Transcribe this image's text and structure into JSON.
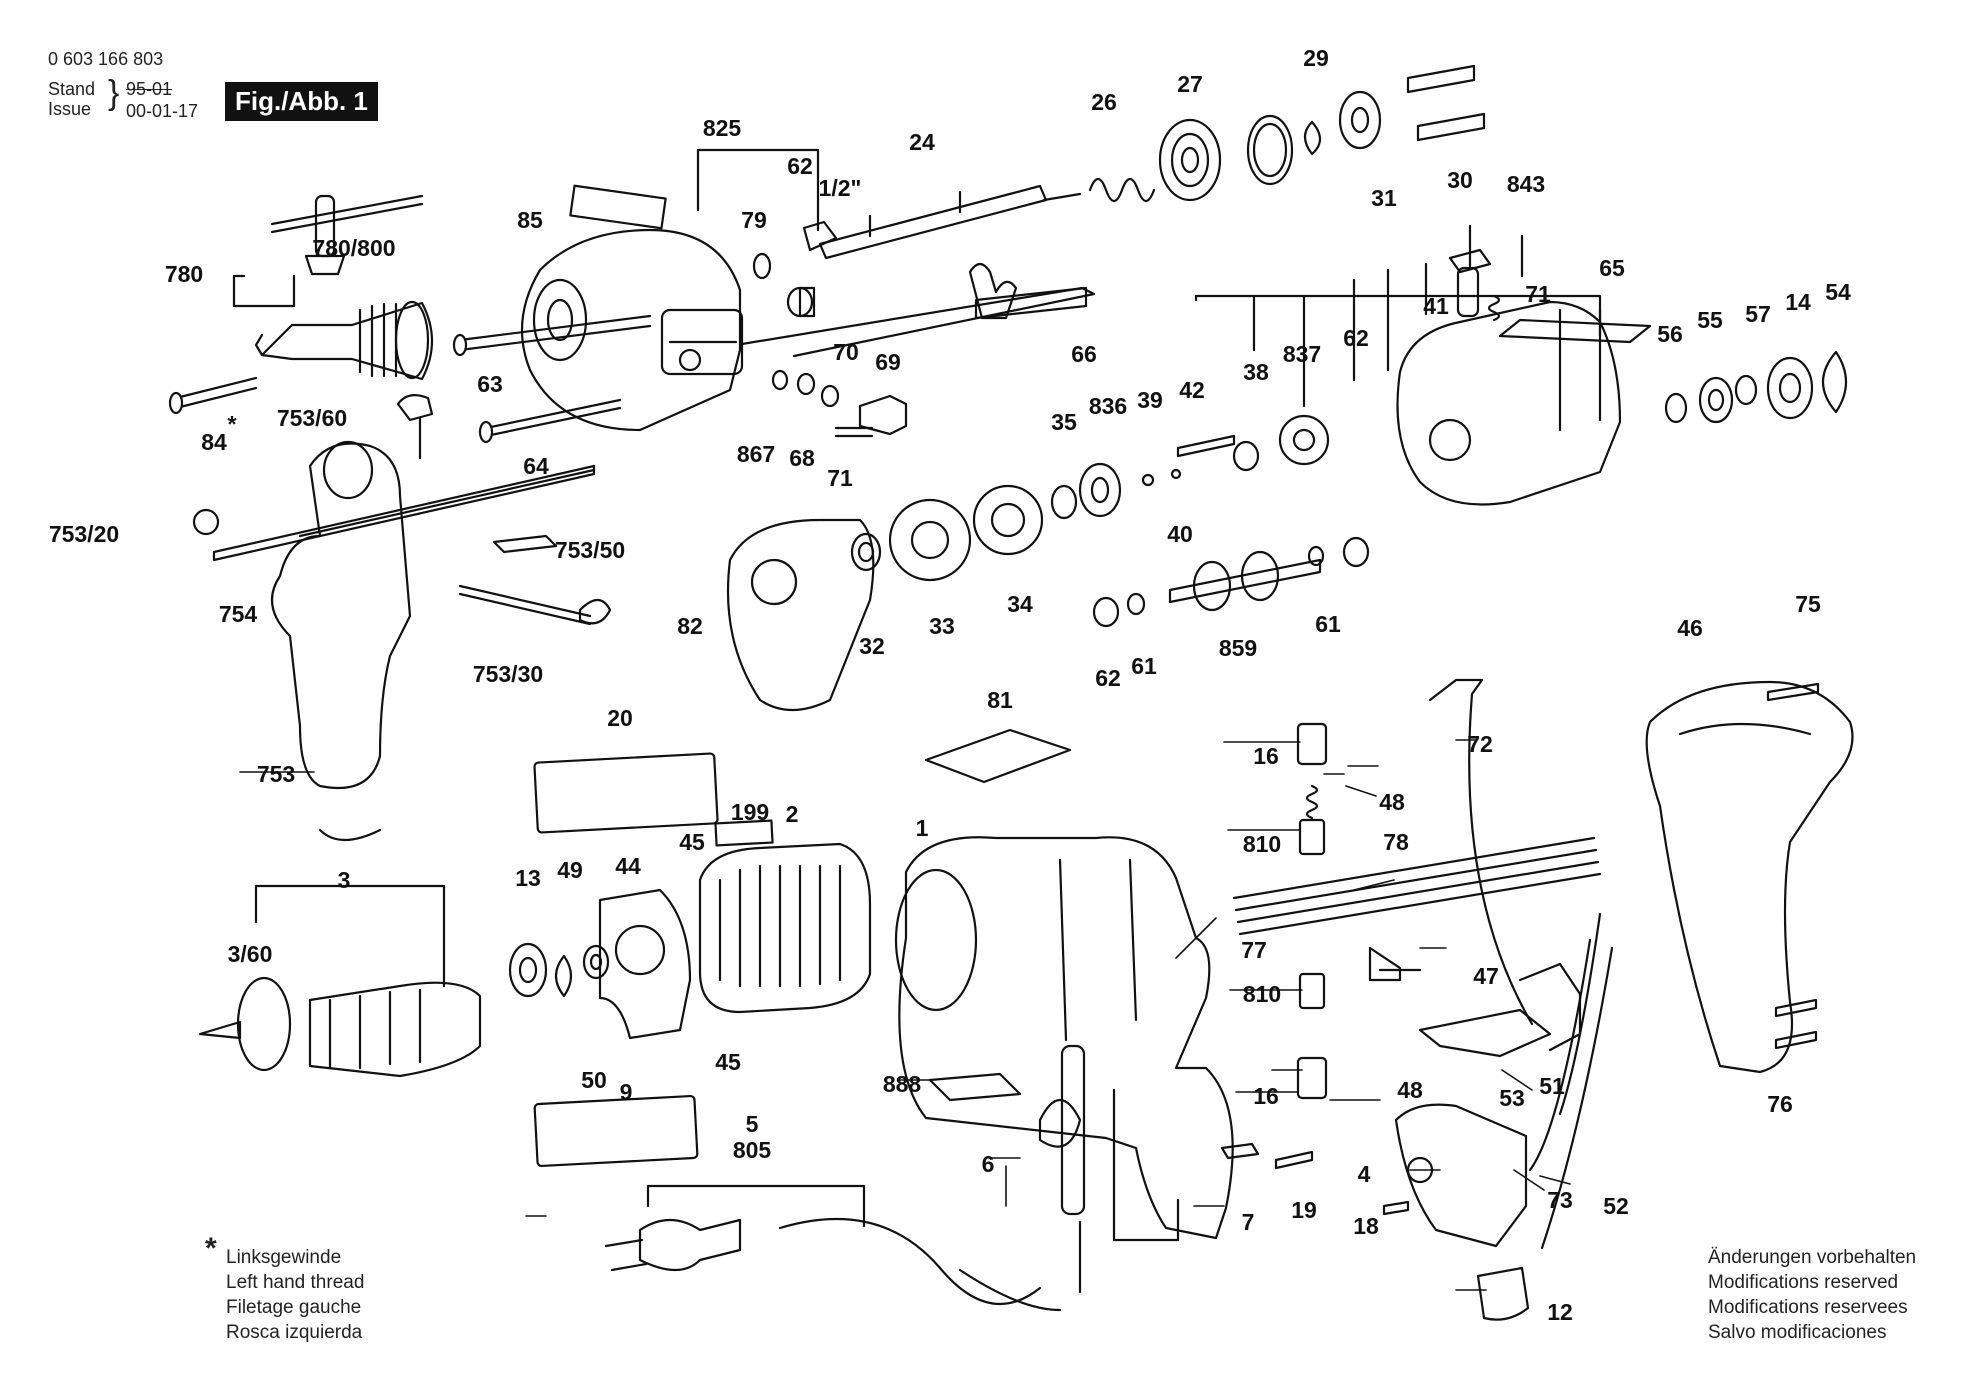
{
  "header": {
    "part_number": "0 603 166 803",
    "stand_label": "Stand",
    "issue_label": "Issue",
    "date_old": "95-01",
    "date_new": "00-01-17",
    "figure_label": "Fig./Abb. 1"
  },
  "footnote": {
    "star": "*",
    "lines": [
      "Linksgewinde",
      "Left hand thread",
      "Filetage gauche",
      "Rosca izquierda"
    ]
  },
  "modifications": {
    "lines": [
      "Änderungen vorbehalten",
      "Modifications reserved",
      "Modifications reservees",
      "Salvo modificaciones"
    ]
  },
  "callouts": [
    "825",
    "62",
    "24",
    "26",
    "27",
    "29",
    "1/2\"",
    "85",
    "79",
    "31",
    "30",
    "843",
    "780/800",
    "780",
    "65",
    "41",
    "71",
    "54",
    "14",
    "57",
    "55",
    "56",
    "62",
    "837",
    "38",
    "42",
    "836",
    "39",
    "35",
    "40",
    "63",
    "66",
    "70",
    "69",
    "867",
    "68",
    "71",
    "753/60",
    "84",
    "*",
    "64",
    "753/20",
    "753/50",
    "754",
    "82",
    "32",
    "33",
    "34",
    "61",
    "859",
    "62",
    "61",
    "753/30",
    "20",
    "199",
    "2",
    "81",
    "72",
    "46",
    "75",
    "16",
    "48",
    "810",
    "78",
    "753",
    "3",
    "13",
    "49",
    "44",
    "45",
    "1",
    "3/60",
    "77",
    "47",
    "810",
    "45",
    "50",
    "9",
    "888",
    "48",
    "16",
    "53",
    "51",
    "76",
    "5",
    "805",
    "6",
    "4",
    "19",
    "7",
    "73",
    "52",
    "18",
    "12"
  ]
}
